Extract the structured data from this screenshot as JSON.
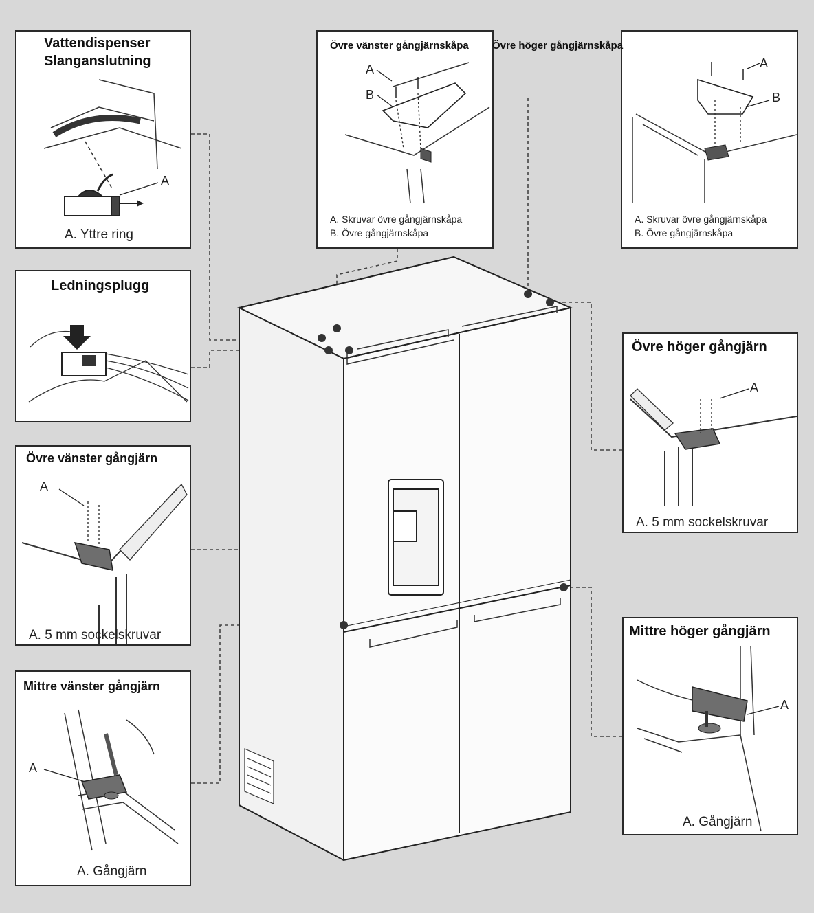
{
  "panels": {
    "water": {
      "title_line1": "Vattendispenser",
      "title_line2": "Slanganslutning",
      "label_a": "A",
      "caption": "A. Yttre ring"
    },
    "plug": {
      "title": "Ledningsplugg"
    },
    "upper_left_hinge": {
      "title": "Övre vänster gångjärn",
      "label_a": "A",
      "caption": "A. 5 mm sockelskruvar"
    },
    "mid_left_hinge": {
      "title": "Mittre vänster gångjärn",
      "label_a": "A",
      "caption": "A. Gångjärn"
    },
    "upper_left_cover": {
      "title": "Övre vänster gångjärnskåpa",
      "label_a": "A",
      "label_b": "B",
      "caption_a": "A. Skruvar övre gångjärnskåpa",
      "caption_b": "B. Övre gångjärnskåpa"
    },
    "upper_right_cover": {
      "title": "Övre höger gångjärnskåpa",
      "label_a": "A",
      "label_b": "B",
      "caption_a": "A. Skruvar övre gångjärnskåpa",
      "caption_b": "B. Övre gångjärnskåpa"
    },
    "upper_right_hinge": {
      "title": "Övre höger gångjärn",
      "label_a": "A",
      "caption": "A. 5 mm sockelskruvar"
    },
    "mid_right_hinge": {
      "title": "Mittre höger gångjärn",
      "label_a": "A",
      "caption": "A. Gångjärn"
    }
  },
  "colors": {
    "background": "#d8d8d8",
    "panel_border": "#2a2a2a",
    "hinge_metal": "#6e6e6e",
    "callout_dot": "#333333"
  }
}
